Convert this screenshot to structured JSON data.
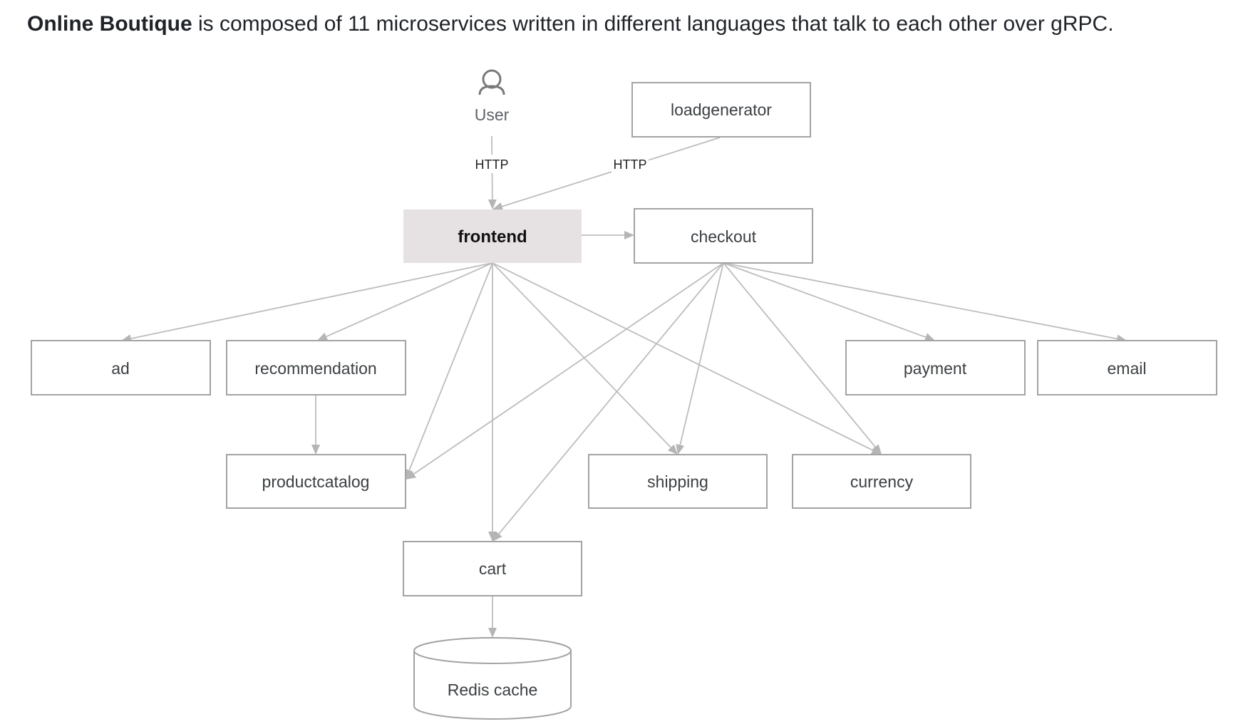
{
  "intro": {
    "bold": "Online Boutique",
    "rest": " is composed of 11 microservices written in different languages that talk to each other over gRPC."
  },
  "diagram": {
    "user": {
      "label": "User",
      "icon": "person-icon"
    },
    "edge_labels": {
      "user_http": "HTTP",
      "loadgen_http": "HTTP"
    },
    "nodes": {
      "loadgenerator": "loadgenerator",
      "frontend": "frontend",
      "checkout": "checkout",
      "ad": "ad",
      "recommendation": "recommendation",
      "payment": "payment",
      "email": "email",
      "productcatalog": "productcatalog",
      "shipping": "shipping",
      "currency": "currency",
      "cart": "cart",
      "redis": "Redis cache"
    },
    "edges": [
      [
        "user",
        "frontend"
      ],
      [
        "loadgenerator",
        "frontend"
      ],
      [
        "frontend",
        "checkout"
      ],
      [
        "frontend",
        "ad"
      ],
      [
        "frontend",
        "recommendation"
      ],
      [
        "frontend",
        "productcatalog"
      ],
      [
        "frontend",
        "cart"
      ],
      [
        "frontend",
        "shipping"
      ],
      [
        "frontend",
        "currency"
      ],
      [
        "checkout",
        "productcatalog"
      ],
      [
        "checkout",
        "cart"
      ],
      [
        "checkout",
        "shipping"
      ],
      [
        "checkout",
        "currency"
      ],
      [
        "checkout",
        "payment"
      ],
      [
        "checkout",
        "email"
      ],
      [
        "recommendation",
        "productcatalog"
      ],
      [
        "cart",
        "redis"
      ]
    ],
    "colors": {
      "frontend_fill": "#e6e2e3",
      "border": "#a3a3a3",
      "edge": "#bdbdbd"
    }
  }
}
